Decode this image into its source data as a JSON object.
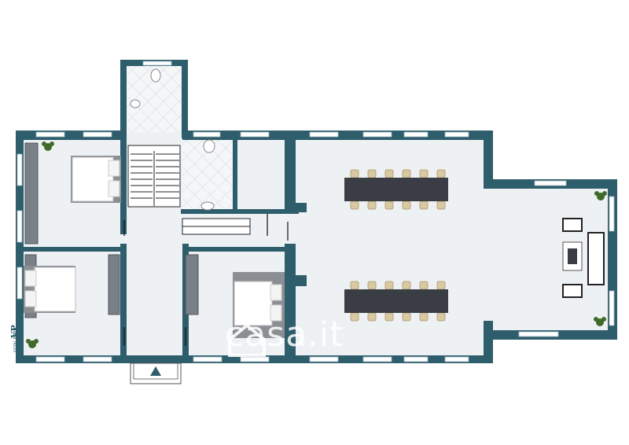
{
  "watermark": {
    "text": "casa.it"
  },
  "brand": {
    "mark": "VP",
    "name": "VON POLL"
  },
  "colors": {
    "wall": "#2e5d6b",
    "floor": "#eef1f4",
    "furniture_dark": "#3a3e44",
    "chair": "#d9c9a3",
    "plant": "#3f6b2a",
    "tile_line": "#c7d3dc"
  },
  "icons": {
    "entrance": "arrow-up-triangle",
    "plants": "potted-plant-icon",
    "beds": "double-bed-icon"
  }
}
